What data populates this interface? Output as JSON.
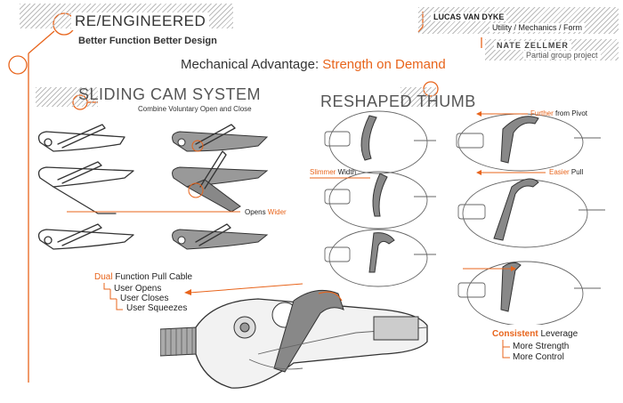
{
  "header": {
    "brand": "RE/ENGINEERED",
    "tagline": "Better Function Better Design",
    "author_name": "LUCAS VAN DYKE",
    "author_roles": "Utility / Mechanics / Form",
    "collaborator_name": "NATE ZELLMER",
    "collaborator_note": "Partial group project"
  },
  "title": {
    "prefix": "Mechanical Advantage: ",
    "highlight": "Strength on Demand"
  },
  "sliding_cam": {
    "heading": "SLIDING CAM SYSTEM",
    "subheading": "Combine Voluntary Open and Close",
    "callout_plain": "Opens ",
    "callout_highlight": "Wider"
  },
  "reshaped_thumb": {
    "heading": "RESHAPED THUMB",
    "callout_further_highlight": "Further",
    "callout_further_plain": " from Pivot",
    "callout_slimmer_highlight": "Slimmer",
    "callout_slimmer_plain": " Width",
    "callout_easier_highlight": "Easier",
    "callout_easier_plain": " Pull"
  },
  "dual_function": {
    "highlight": "Dual",
    "plain": " Function Pull Cable",
    "items": [
      "User Opens",
      "User Closes",
      "User Squeezes"
    ]
  },
  "consistent": {
    "highlight": "Consistent",
    "plain": " Leverage",
    "items": [
      "More Strength",
      "More Control"
    ]
  },
  "colors": {
    "accent": "#e8641b",
    "text": "#222222",
    "hatch": "#bbbbbb"
  }
}
